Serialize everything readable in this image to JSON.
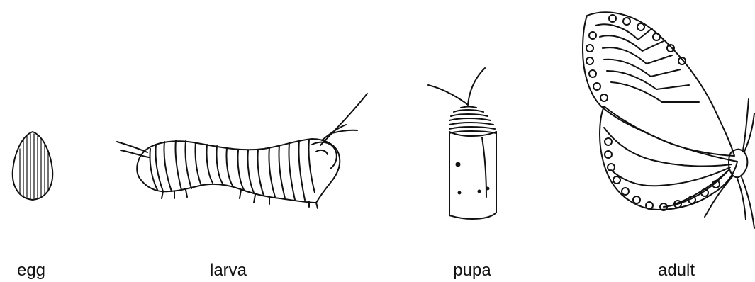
{
  "stages": [
    {
      "key": "egg",
      "label": "egg",
      "icon": "egg-icon"
    },
    {
      "key": "larva",
      "label": "larva",
      "icon": "caterpillar-icon"
    },
    {
      "key": "pupa",
      "label": "pupa",
      "icon": "chrysalis-icon"
    },
    {
      "key": "adult",
      "label": "adult",
      "icon": "butterfly-icon"
    }
  ],
  "colors": {
    "line": "#111111",
    "background": "#ffffff"
  }
}
